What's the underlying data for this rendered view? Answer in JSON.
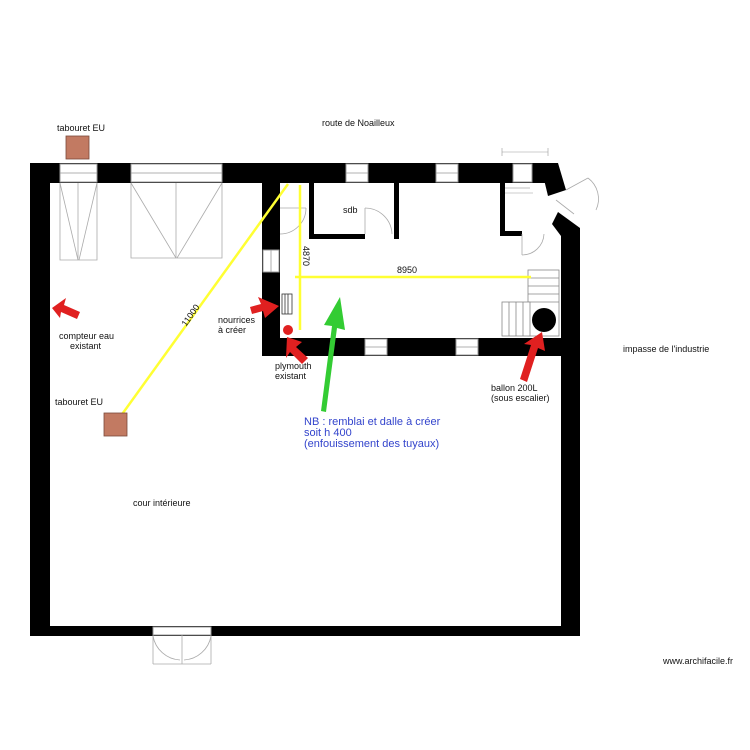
{
  "labels": {
    "route": "route de Noailleux",
    "tabouret_top": "tabouret EU",
    "tabouret_mid": "tabouret EU",
    "compteur_line1": "compteur eau",
    "compteur_line2": "existant",
    "nourrices_line1": "nourrices",
    "nourrices_line2": "à créer",
    "plymouth_line1": "plymouth",
    "plymouth_line2": "existant",
    "sdb": "sdb",
    "cour": "cour intérieure",
    "impasse": "impasse de l'industrie",
    "ballon_line1": "ballon 200L",
    "ballon_line2": "(sous escalier)",
    "watermark": "www.archifacile.fr"
  },
  "dimensions": {
    "diag": "11000",
    "vertical": "4870",
    "horizontal": "8950"
  },
  "note": {
    "line1": "NB : remblai et dalle à créer",
    "line2": "soit h 400",
    "line3": "(enfouissement des tuyaux)"
  },
  "colors": {
    "wall": "#000000",
    "pipe": "#ffff33",
    "arrow_red": "#e02020",
    "arrow_green": "#33cc33",
    "tabouret": "#c27a62",
    "note": "#3344cc",
    "window_frame": "#999999"
  }
}
